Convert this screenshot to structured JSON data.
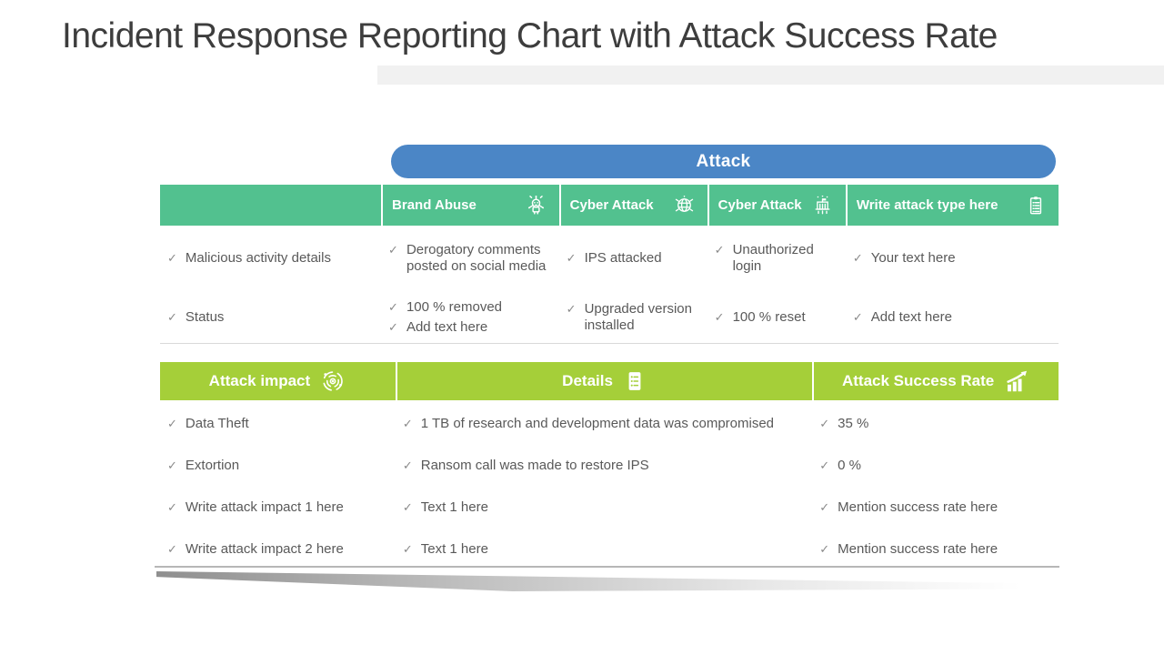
{
  "title": "Incident Response Reporting Chart with Attack Success Rate",
  "banner": {
    "label": "Attack"
  },
  "icons": {
    "check": "✓"
  },
  "colors": {
    "banner_blue": "#4b86c6",
    "header_green": "#52c18f",
    "header_lime": "#a5cf39",
    "body_text": "#595959",
    "title_text": "#3d3d3d"
  },
  "upper": {
    "headers": [
      {
        "label": ""
      },
      {
        "label": "Brand Abuse",
        "icon": "robot-icon"
      },
      {
        "label": "Cyber Attack",
        "icon": "globe-bug-icon"
      },
      {
        "label": "Cyber Attack",
        "icon": "building-icon"
      },
      {
        "label": "Write attack type here",
        "icon": "clipboard-icon"
      }
    ],
    "rows": [
      {
        "cells": [
          [
            "Malicious activity details"
          ],
          [
            "Derogatory comments posted on social media"
          ],
          [
            "IPS attacked"
          ],
          [
            "Unauthorized login"
          ],
          [
            "Your text here"
          ]
        ]
      },
      {
        "cells": [
          [
            "Status"
          ],
          [
            "100 % removed",
            "Add text here"
          ],
          [
            "Upgraded version installed"
          ],
          [
            "100 % reset"
          ],
          [
            "Add text here"
          ]
        ]
      }
    ]
  },
  "lower": {
    "headers": [
      {
        "label": "Attack impact",
        "icon": "target-icon"
      },
      {
        "label": "Details",
        "icon": "list-icon"
      },
      {
        "label": "Attack Success Rate",
        "icon": "growth-chart-icon"
      }
    ],
    "rows": [
      [
        "Data Theft",
        "1 TB of research and development data was compromised",
        "35 %"
      ],
      [
        "Extortion",
        "Ransom call was made to restore IPS",
        "0 %"
      ],
      [
        "Write attack impact 1 here",
        "Text 1 here",
        "Mention success rate here"
      ],
      [
        "Write attack impact 2 here",
        "Text 1 here",
        "Mention success rate here"
      ]
    ]
  }
}
